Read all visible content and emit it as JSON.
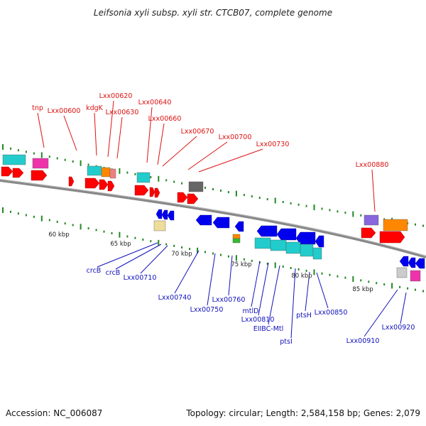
{
  "title": "Leifsonia xyli subsp. xyli str. CTCB07, complete genome",
  "footer": {
    "accession": "Accession: NC_006087",
    "summary": "Topology: circular; Length: 2,584,158 bp; Genes: 2,079"
  },
  "colors": {
    "forward_label": "#dd1111",
    "reverse_label": "#1111bb",
    "backbone": "#888888",
    "tick": "#228822",
    "cds_forward": "#ff0000",
    "cds_reverse": "#0000ee",
    "cyan": "#22cccc",
    "magenta": "#ee33aa",
    "orange": "#ff8800",
    "salmon": "#f08080",
    "purple": "#8866dd",
    "gray": "#666666",
    "light_gray": "#cccccc",
    "khaki": "#eedd99",
    "green": "#33bb33"
  },
  "scale_labels": [
    "60 kbp",
    "65 kbp",
    "70 kbp",
    "75 kbp",
    "80 kbp",
    "85 kbp"
  ],
  "forward_genes": [
    "tnp",
    "Lxx00600",
    "kdgK",
    "Lxx00620",
    "Lxx00630",
    "Lxx00640",
    "Lxx00660",
    "Lxx00670",
    "Lxx00700",
    "Lxx00730",
    "Lxx00880"
  ],
  "reverse_genes": [
    "crcB",
    "crcB",
    "Lxx00710",
    "Lxx00740",
    "Lxx00750",
    "Lxx00760",
    "mtlD",
    "Lxx00810",
    "EIIBC-Mtl",
    "ptsI",
    "ptsH",
    "Lxx00850",
    "Lxx00910",
    "Lxx00920"
  ]
}
